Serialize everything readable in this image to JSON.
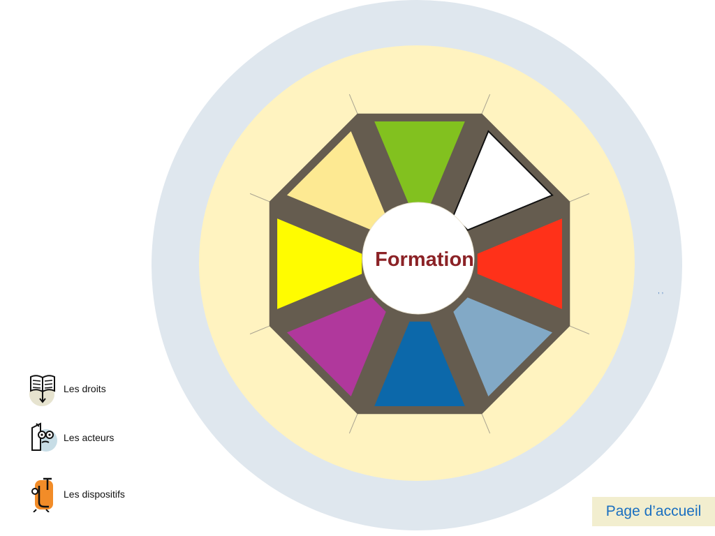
{
  "center": {
    "title": "Formation"
  },
  "colors": {
    "outer_ring": "#dfe7ee",
    "inner_ring": "#fff3c0",
    "octagon_frame": "#655c4f",
    "center_text": "#8b2226",
    "segments": [
      "#82c11f",
      "#ffffff",
      "#ff3119",
      "#82a9c6",
      "#0c68aa",
      "#b0389c",
      "#fffc00",
      "#fde992"
    ]
  },
  "legend": [
    {
      "label": "Les droits",
      "icon": "book-icon"
    },
    {
      "label": "Les acteurs",
      "icon": "character-icon"
    },
    {
      "label": "Les dispositifs",
      "icon": "clamp-icon"
    }
  ],
  "home_button": {
    "label": "Page d’accueil"
  },
  "stray_marks": ", ,"
}
